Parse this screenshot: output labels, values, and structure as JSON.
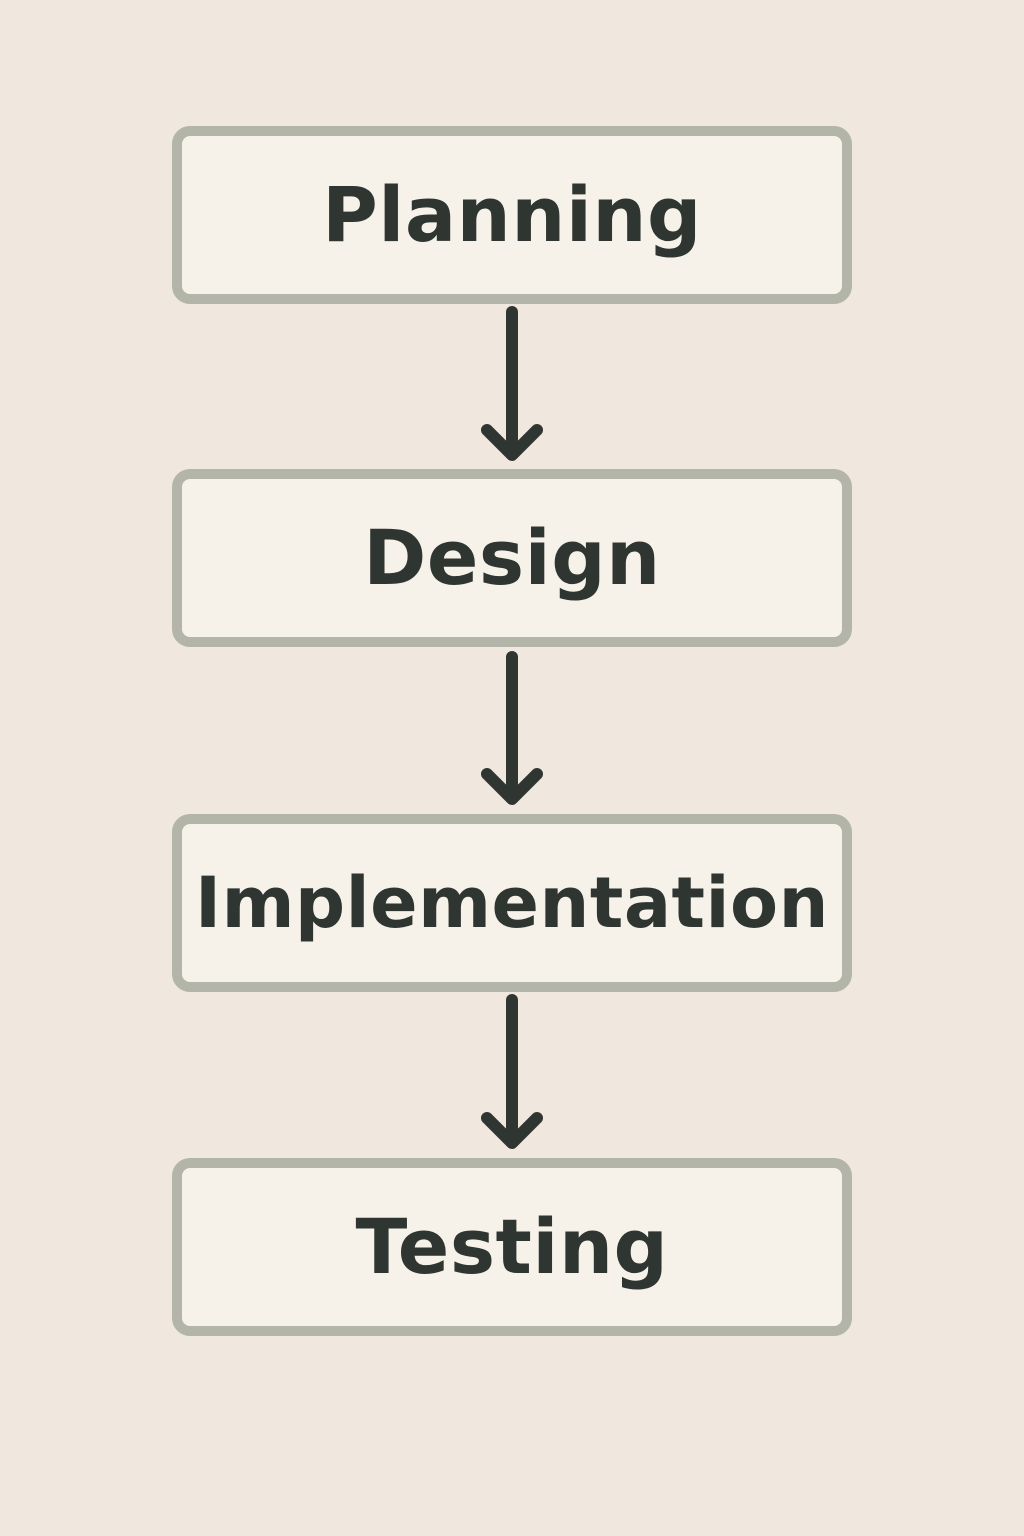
{
  "diagram": {
    "steps": [
      {
        "label": "Planning"
      },
      {
        "label": "Design"
      },
      {
        "label": "Implementation"
      },
      {
        "label": "Testing"
      }
    ],
    "colors": {
      "background": "#f0e8de",
      "box_fill": "#f6f2ea",
      "box_border": "#b3b5a9",
      "text": "#2f3530",
      "arrow": "#2f3530"
    }
  }
}
